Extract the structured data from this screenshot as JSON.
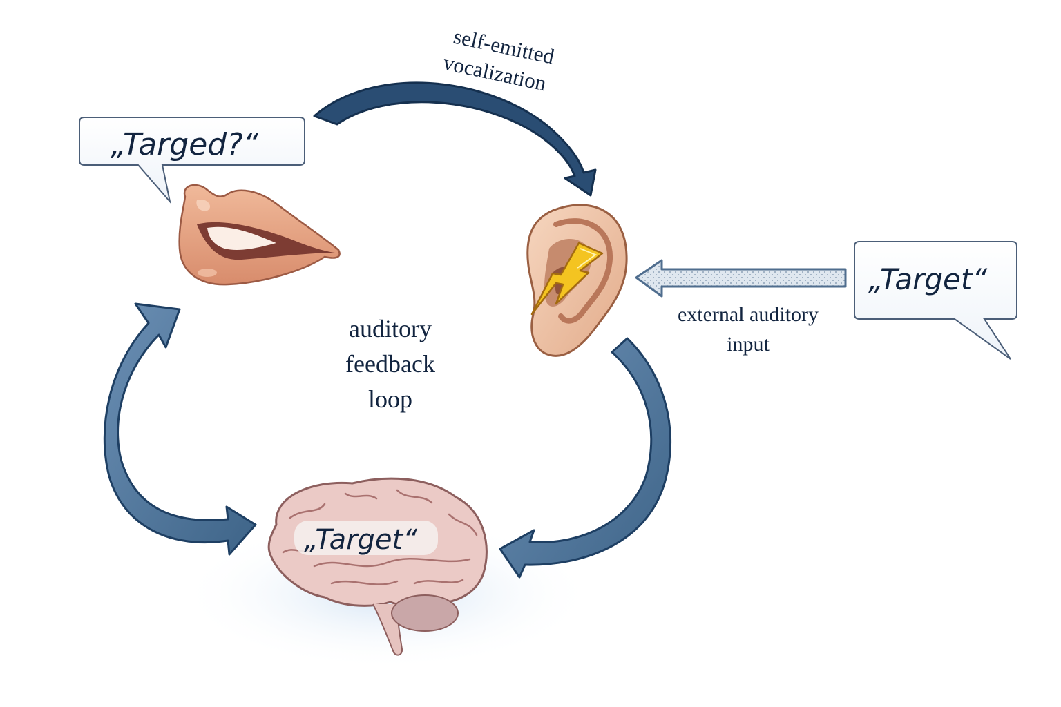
{
  "diagram": {
    "title": "auditory feedback loop",
    "center_label": [
      "auditory",
      "feedback",
      "loop"
    ],
    "nodes": {
      "mouth": {
        "icon": "mouth-icon",
        "speech_bubble": "„Targed?“"
      },
      "ear": {
        "icon": "ear-icon",
        "overlay_icon": "lightning-bolt-icon"
      },
      "brain": {
        "icon": "brain-icon",
        "memory_label": "„Target“"
      },
      "external_source": {
        "speech_bubble": "„Target“"
      }
    },
    "edges": [
      {
        "from": "mouth",
        "to": "ear",
        "label": [
          "self-emitted",
          "vocalization"
        ]
      },
      {
        "from": "external_source",
        "to": "ear",
        "label": [
          "external auditory",
          "input"
        ]
      },
      {
        "from": "ear",
        "to": "brain",
        "label": []
      },
      {
        "from": "brain",
        "to": "mouth",
        "label": [],
        "bidirectional": true
      }
    ],
    "colors": {
      "arrow_dark": "#1e3f63",
      "arrow_mid": "#4f7399",
      "text": "#12243f",
      "skin": "#e8a887",
      "brain": "#e8c6c4",
      "bolt": "#f2c21a"
    }
  }
}
